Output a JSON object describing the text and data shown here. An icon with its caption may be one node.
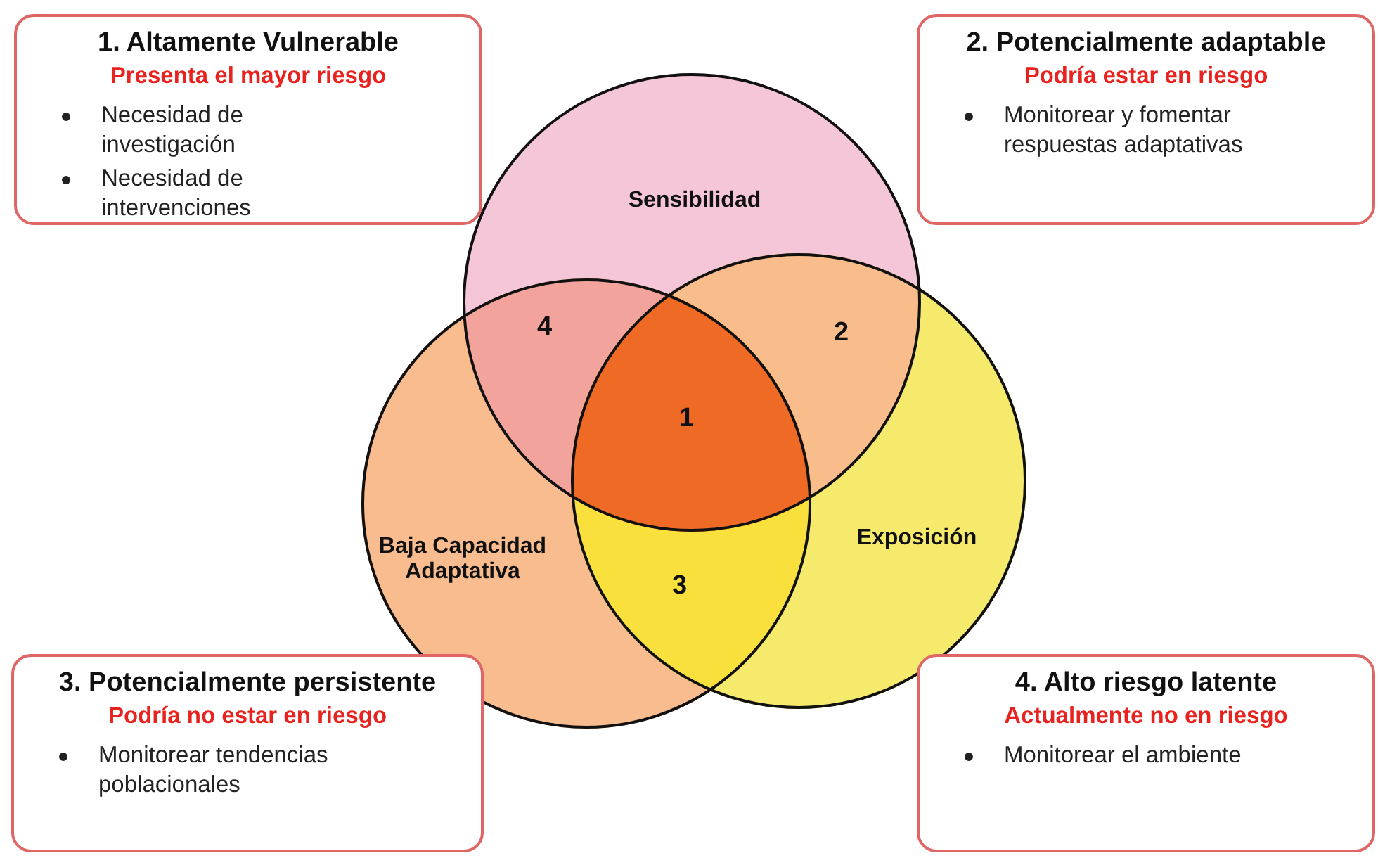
{
  "diagram": {
    "nodes": [
      {
        "text": [
          "1. Altamente Vulnerable",
          "Presenta el mayor riesgo",
          "Necesidad de investigación",
          "Necesidad de intervenciones"
        ]
      },
      {
        "text": [
          "2. Potencialmente adaptable",
          "Podría estar en riesgo",
          "Monitorear y fomentar respuestas adaptativas"
        ]
      },
      {
        "text": [
          "Sensibilidad"
        ]
      },
      {
        "text": [
          "Baja Capacidad Adaptativa"
        ]
      },
      {
        "text": [
          "Exposición"
        ]
      },
      {
        "text": [
          "3. Potencialmente persistente",
          "Podría no estar en riesgo",
          "Monitorear tendencias poblacionales"
        ]
      },
      {
        "text": [
          "4. Alto riesgo latente",
          "Actualmente no en riesgo",
          "Monitorear el ambiente"
        ]
      }
    ],
    "edges": [],
    "labels": [
      "4",
      "2",
      "1",
      "3"
    ]
  }
}
